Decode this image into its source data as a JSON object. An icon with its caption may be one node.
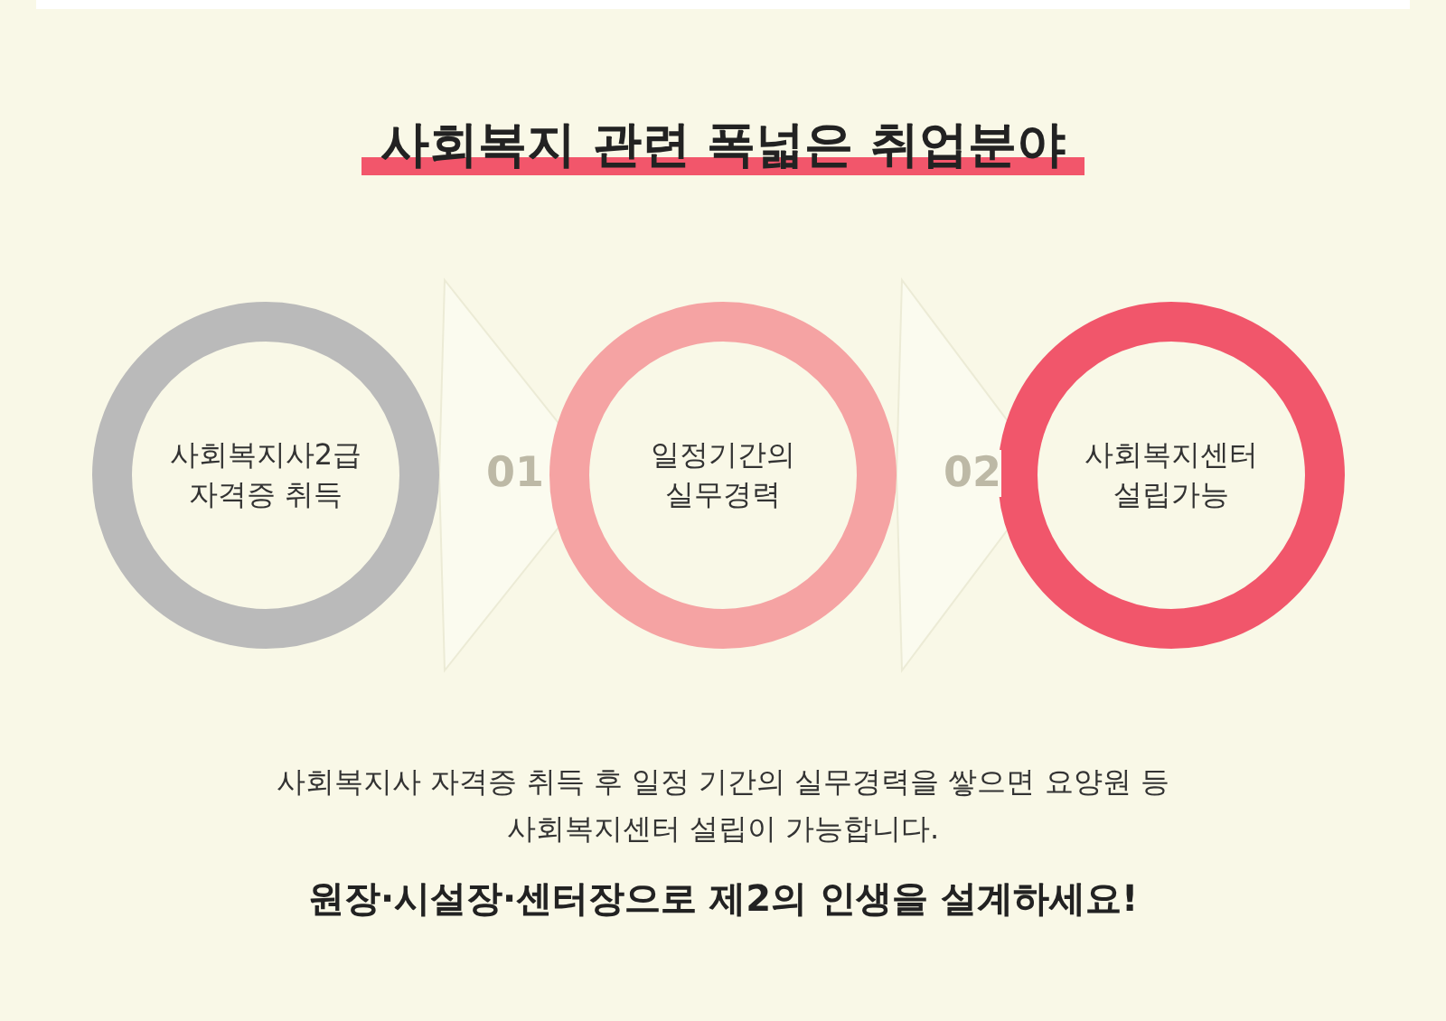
{
  "diagram": {
    "title": "사회복지 관련 폭넓은 취업분야",
    "nodes": [
      {
        "text": [
          "사회복지사2급 자격증 취득"
        ]
      },
      {
        "text": [
          "일정기간의 실무경력"
        ]
      },
      {
        "text": [
          "사회복지센터 설립가능"
        ]
      }
    ],
    "edges": [
      {
        "from": 0,
        "to": 1,
        "arrow": "to",
        "label": "01"
      },
      {
        "from": 1,
        "to": 2,
        "arrow": "to",
        "label": "02"
      }
    ],
    "labels": [
      "사회복지사 자격증 취득 후 일정 기간의 실무경력을 쌓으면 요양원 등 사회복지센터 설립이 가능합니다.",
      "원장·시설장·센터장으로 제2의 인생을 설계하세요!"
    ]
  }
}
